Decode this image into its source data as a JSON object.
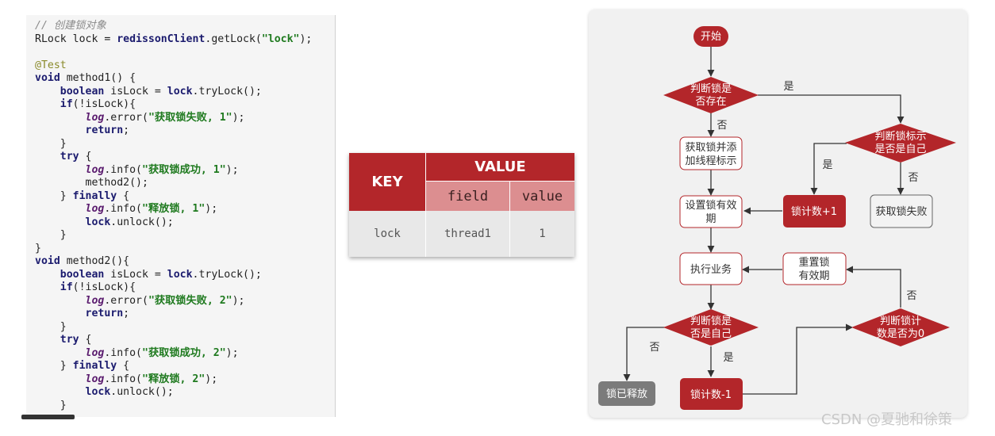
{
  "code": {
    "comment": "// 创建锁对象",
    "l_rlock_type": "RLock lock = ",
    "l_rlock_call": "redissonClient",
    "l_rlock_rest": ".getLock(",
    "l_rlock_str": "\"lock\"",
    "l_rlock_end": ");",
    "annotation": "@Test",
    "kw_void": "void",
    "kw_boolean": "boolean",
    "kw_if": "if",
    "kw_return": "return",
    "kw_try": "try",
    "kw_finally": "finally",
    "m1_sig": " method1() {",
    "m2_sig": " method2(){",
    "islock_decl": " isLock = ",
    "lock_word": "lock",
    "trylock": ".tryLock();",
    "if_cond": "(!isLock){",
    "log_word": "log",
    "error_call": ".error(",
    "info_call": ".info(",
    "fail1": "\"获取锁失败, 1\"",
    "ok1": "\"获取锁成功, 1\"",
    "rel1": "\"释放锁, 1\"",
    "fail2": "\"获取锁失败, 2\"",
    "ok2": "\"获取锁成功, 2\"",
    "rel2": "\"释放锁, 2\"",
    "call_end": ");",
    "return_semi": ";",
    "close_brace": "}",
    "try_open": " {",
    "finally_pre": "} ",
    "finally_post": " {",
    "method2_call": "method2();",
    "unlock": ".unlock();"
  },
  "table": {
    "key_header": "KEY",
    "value_header": "VALUE",
    "field_header": "field",
    "value_sub_header": "value",
    "row": {
      "key": "lock",
      "field": "thread1",
      "value": "1"
    },
    "colors": {
      "dark_header": "#b3262a",
      "light_header": "#dc8e90",
      "row_bg": "#e8e8e8"
    }
  },
  "flowchart": {
    "start": "开始",
    "check_exists_l1": "判断锁是",
    "check_exists_l2": "否存在",
    "get_lock_l1": "获取锁并添",
    "get_lock_l2": "加线程标示",
    "set_expire_l1": "设置锁有效",
    "set_expire_l2": "期",
    "execute": "执行业务",
    "check_mine_l1": "判断锁是",
    "check_mine_l2": "否是自己",
    "released": "锁已释放",
    "decrement": "锁计数-1",
    "check_owner_l1": "判断锁标示",
    "check_owner_l2": "是否是自己",
    "increment": "锁计数+1",
    "acquire_fail": "获取锁失败",
    "reset_expire_l1": "重置锁",
    "reset_expire_l2": "有效期",
    "check_zero_l1": "判断锁计",
    "check_zero_l2": "数是否为0",
    "yes": "是",
    "no": "否",
    "colors": {
      "accent": "#b3262a",
      "gray_node": "#7b7b7b"
    }
  },
  "watermark": "CSDN @夏驰和徐策"
}
